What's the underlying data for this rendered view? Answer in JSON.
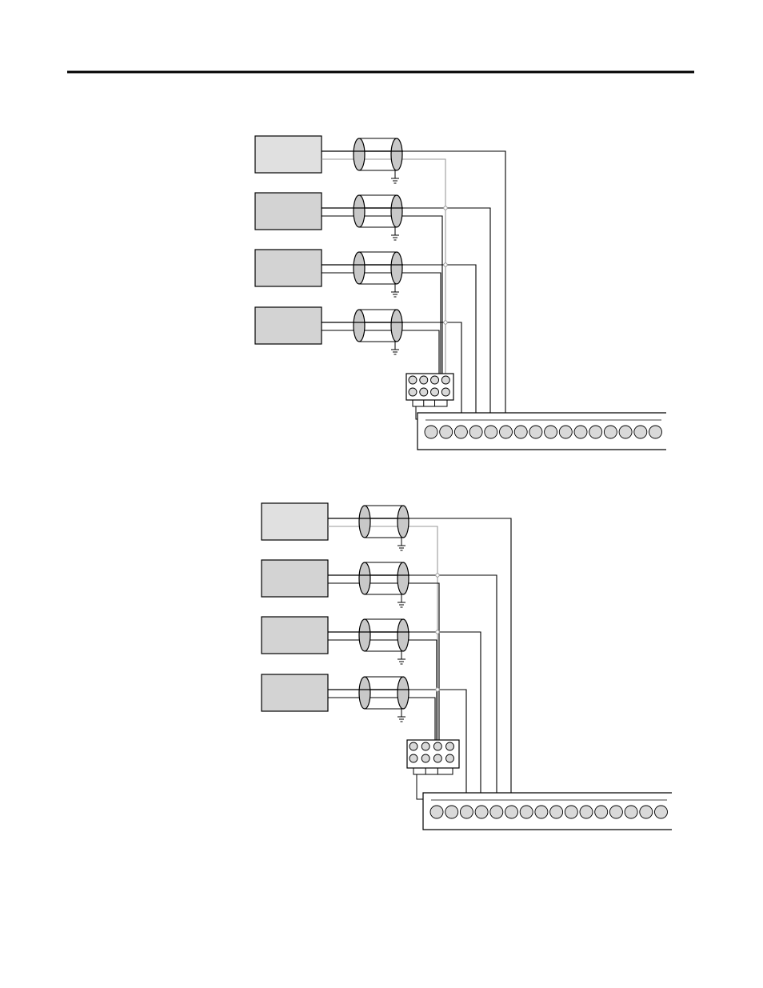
{
  "page": {
    "header_rule": true
  },
  "diagrams": [
    {
      "id": "upper",
      "devices": 4,
      "device_fill": [
        "#e0e0e0",
        "#d3d3d3",
        "#d3d3d3",
        "#d3d3d3"
      ],
      "terminal_block": {
        "terminals": 16
      },
      "jumper_block": {
        "rows": 2,
        "columns": 4
      }
    },
    {
      "id": "lower",
      "devices": 4,
      "device_fill": [
        "#e0e0e0",
        "#d3d3d3",
        "#d3d3d3",
        "#d3d3d3"
      ],
      "terminal_block": {
        "terminals": 16
      },
      "jumper_block": {
        "rows": 2,
        "columns": 4
      }
    }
  ],
  "colors": {
    "line": "#000000",
    "gray_wire": "#9a9a9a",
    "shield": "#c8c8c8",
    "terminal": "#d9d9d9"
  }
}
